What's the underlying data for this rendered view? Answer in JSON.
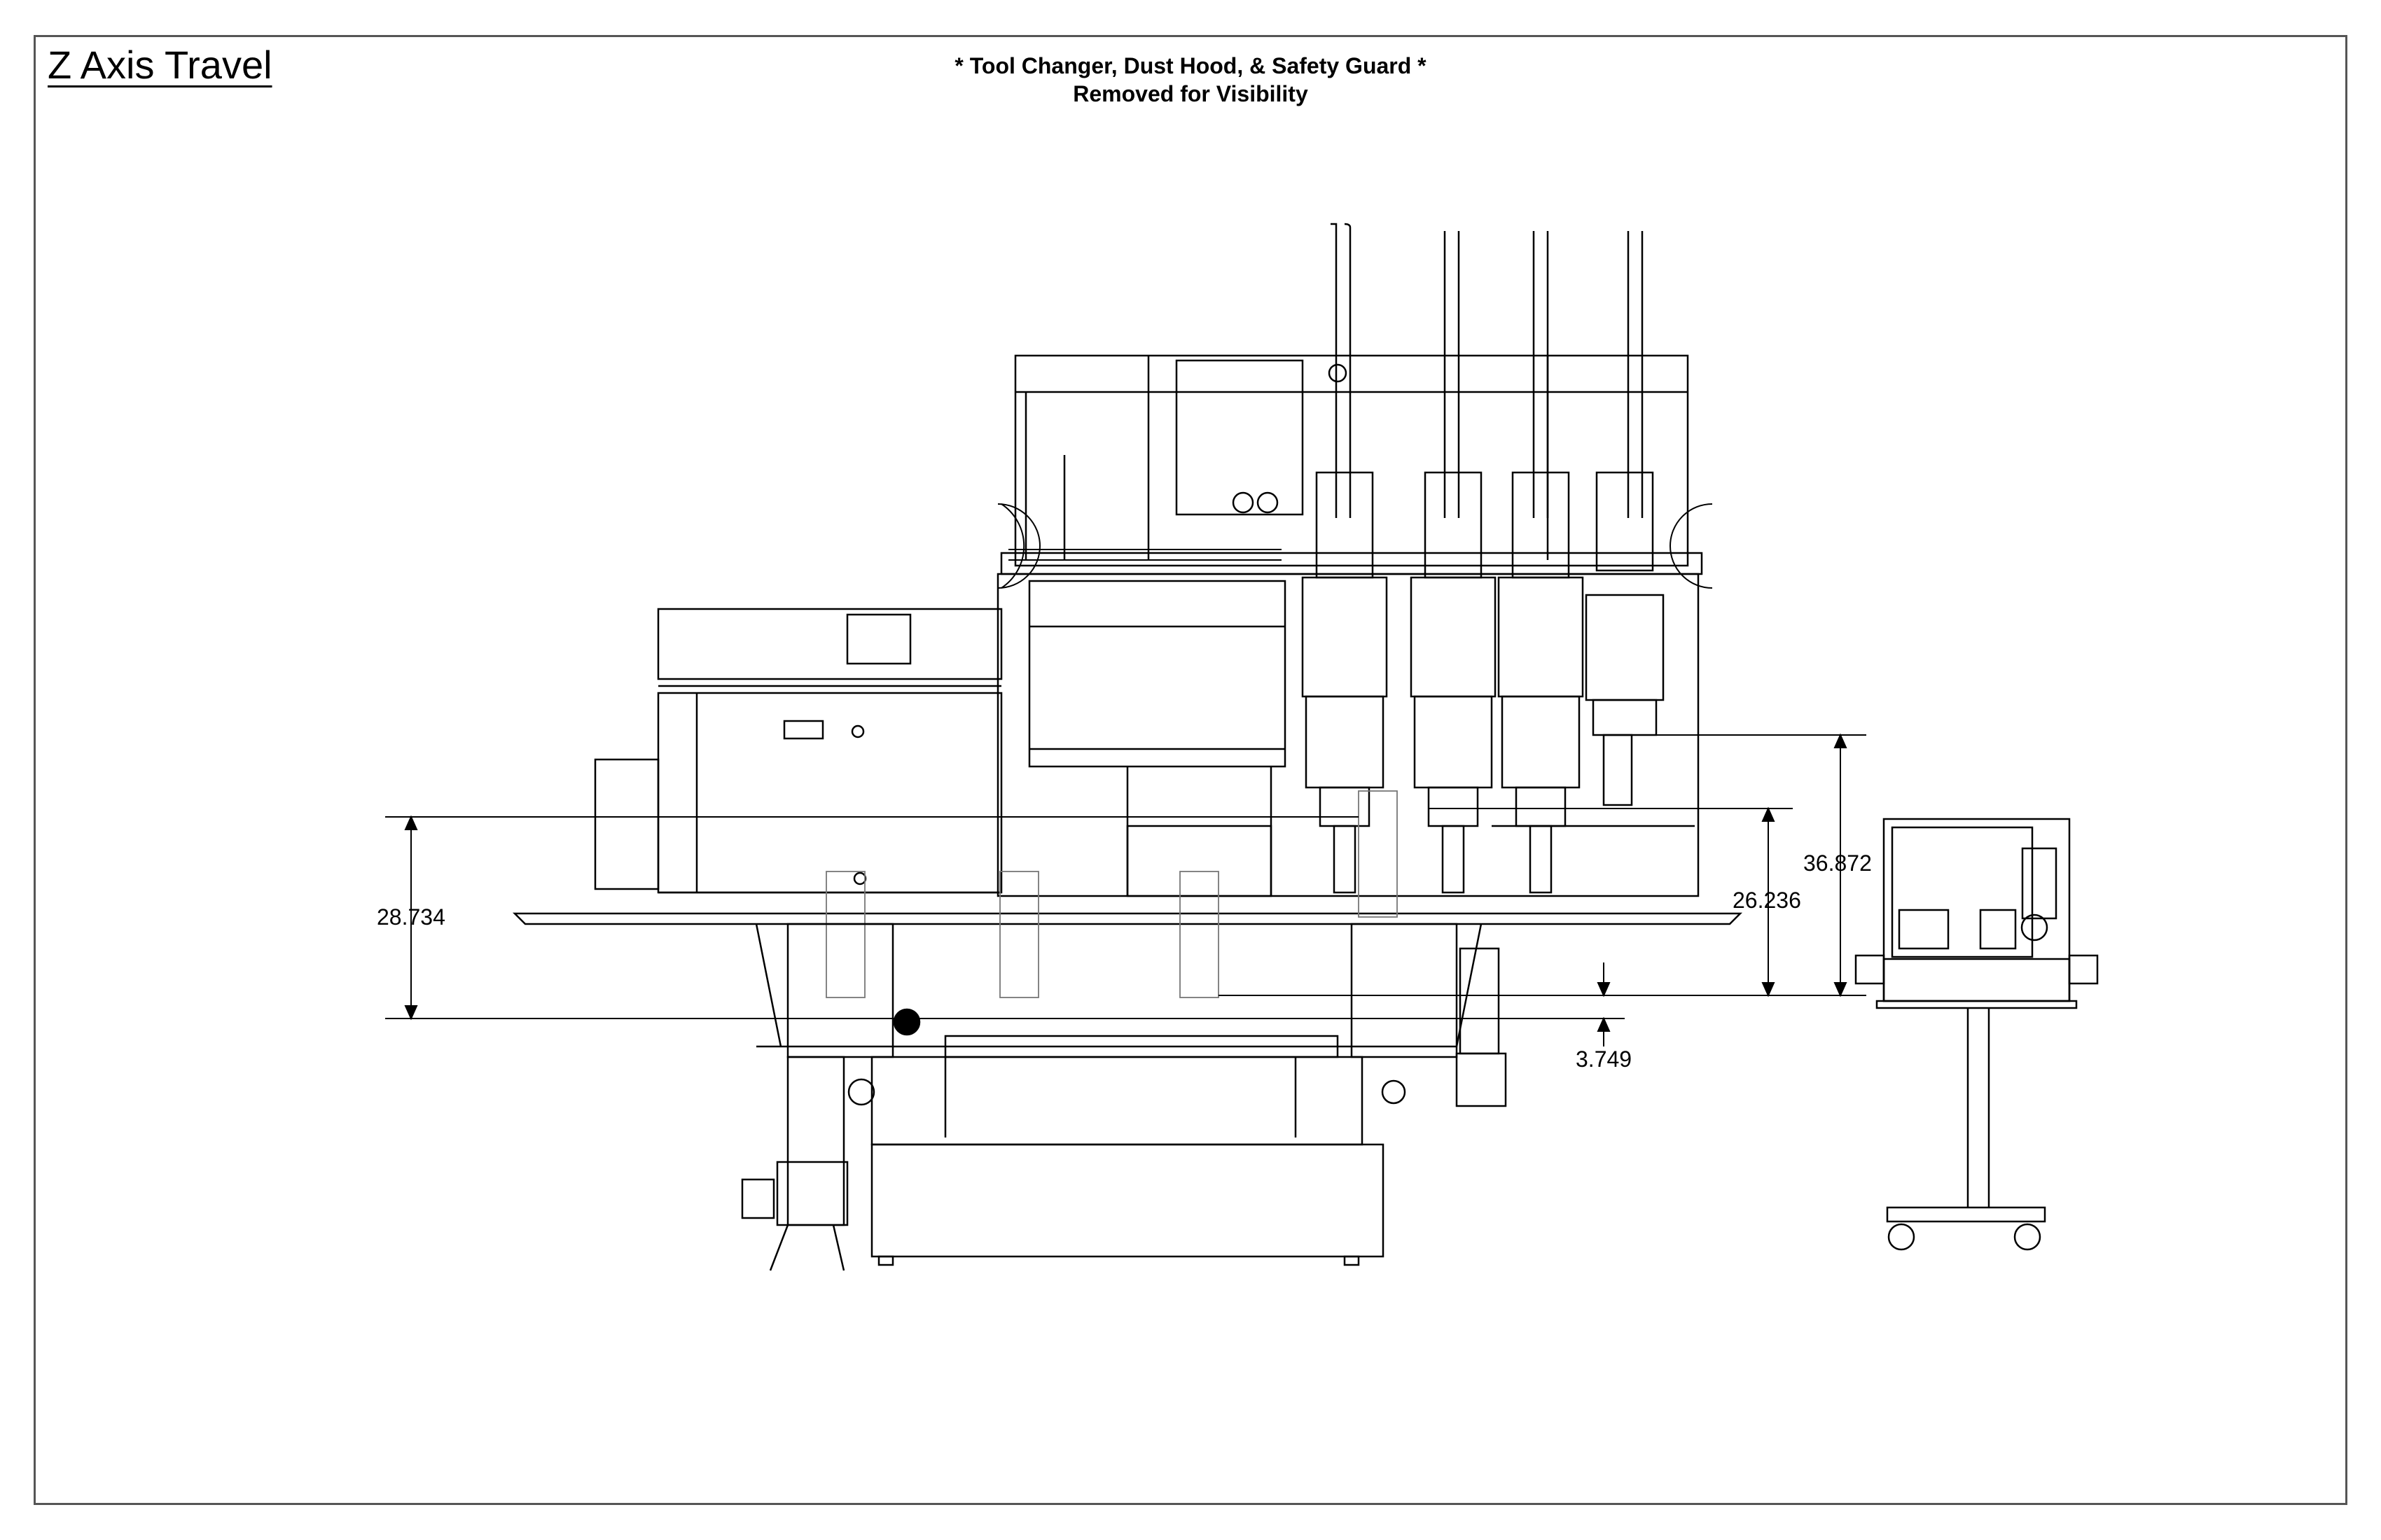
{
  "title": "Z Axis Travel",
  "note": {
    "line1": "* Tool Changer, Dust Hood, & Safety Guard *",
    "line2": "Removed for Visibility"
  },
  "dimensions": {
    "dim_28_734": "28.734",
    "dim_26_236": "26.236",
    "dim_36_872": "36.872",
    "dim_3_749": "3.749"
  }
}
